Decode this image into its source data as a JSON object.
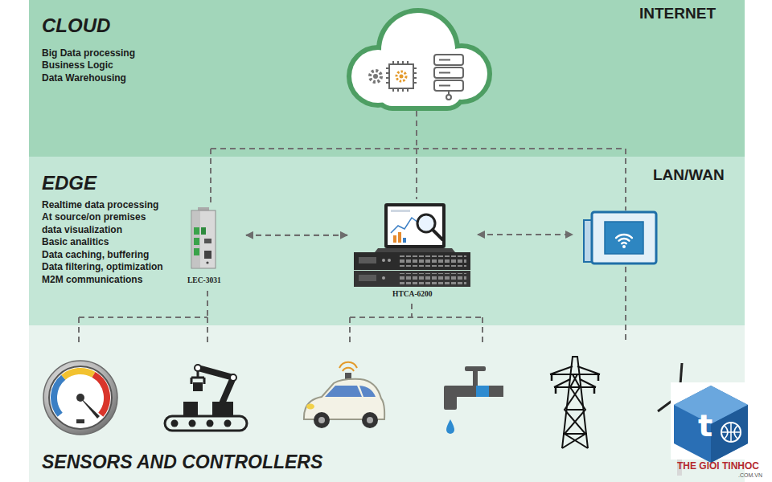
{
  "diagram": {
    "nodes": [
      {
        "text": [
          "CLOUD",
          "Big Data processing",
          "Business Logic",
          "Data Warehousing",
          "INTERNET"
        ]
      },
      {
        "text": [
          "EDGE",
          "Realtime data processing",
          "At source/on premises",
          "data visualization",
          "Basic analitics",
          "Data caching, buffering",
          "Data filtering, optimization",
          "M2M communications",
          "LAN/WAN"
        ]
      },
      {
        "text": [
          "LEC-3031"
        ],
        "in": 1
      },
      {
        "text": [
          "HTCA-6200"
        ],
        "in": 1
      },
      {
        "text": [
          "SENSORS AND CONTROLLERS"
        ]
      }
    ],
    "edges": [
      {
        "from": 2,
        "to": 3,
        "arrow": "both"
      }
    ],
    "labels": [
      "t",
      "THE GIOI TINHOC",
      ".COM.VN"
    ]
  }
}
